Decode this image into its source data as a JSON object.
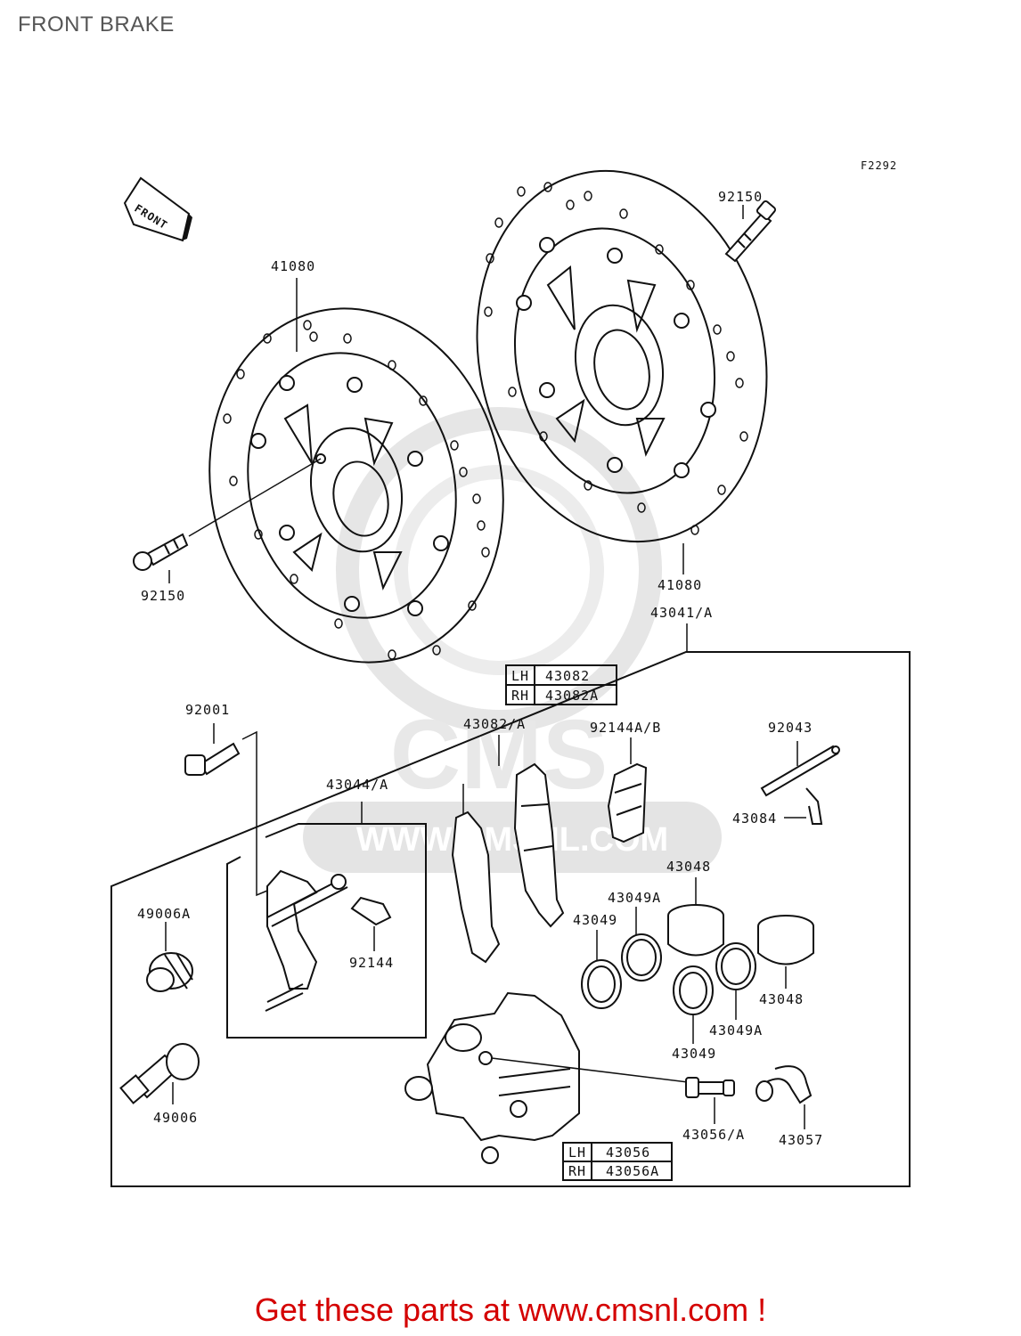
{
  "page": {
    "title": "FRONT BRAKE"
  },
  "figure_code": "F2292",
  "front_arrow_label": "FRONT",
  "watermark": {
    "brand": "CMS",
    "url": "WWW.CMSNL.COM"
  },
  "part_labels": {
    "rotor_left": "41080",
    "rotor_right": "41080",
    "bolt_top": "92150",
    "bolt_left": "92150",
    "caliper_assy": "43041/A",
    "pad_spring": "92144A/B",
    "pads": "43082/A",
    "pin": "92043",
    "clip": "43084",
    "bleeder_cap": "92001",
    "bracket_assy": "43044/A",
    "boot_a": "49006A",
    "bracket_clip": "92144",
    "piston_top": "43048",
    "seal_a_top": "43049A",
    "seal_top": "43049",
    "piston_right": "43048",
    "seal_a_bottom": "43049A",
    "seal_bottom": "43049",
    "boot": "49006",
    "bleeder": "43056/A",
    "bleeder_cover": "43057"
  },
  "table_pads": [
    {
      "side": "LH",
      "part": "43082"
    },
    {
      "side": "RH",
      "part": "43082A"
    }
  ],
  "table_caliper": [
    {
      "side": "LH",
      "part": "43056"
    },
    {
      "side": "RH",
      "part": "43056A"
    }
  ],
  "footer": {
    "cta": "Get these parts at www.cmsnl.com !"
  },
  "colors": {
    "cta": "#d40000",
    "line": "#111111",
    "watermark": "#e4e4e4"
  }
}
